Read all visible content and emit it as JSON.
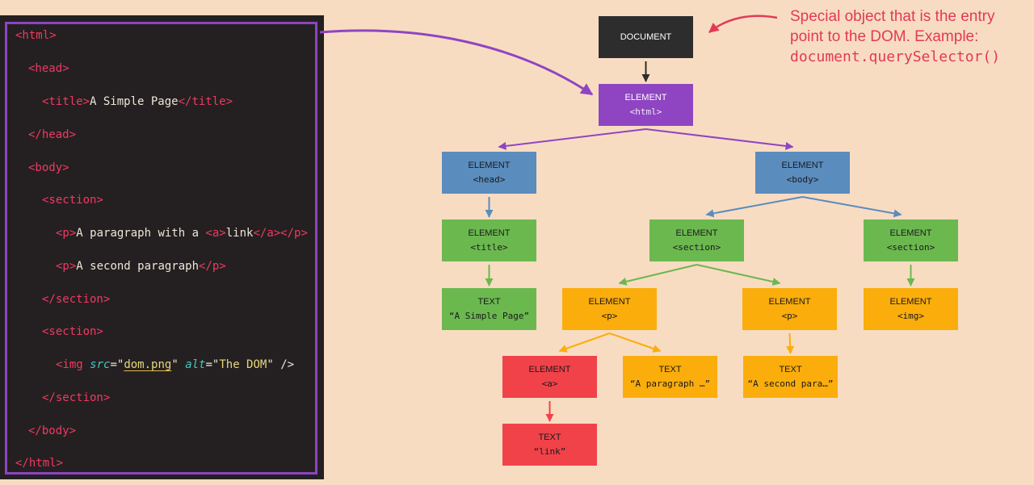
{
  "colors": {
    "background": "#f8dcc2",
    "code_bg": "#242021",
    "purple": "#8f45c2",
    "blue": "#5a8cbe",
    "green": "#6bb84f",
    "orange": "#fbad0b",
    "red": "#f1424a",
    "note": "#e23a55"
  },
  "code": {
    "lines": [
      {
        "key": "l1",
        "parts": [
          {
            "c": "tg",
            "t": "<html>"
          }
        ]
      },
      {
        "key": "l2",
        "parts": [
          {
            "c": "tg",
            "t": "<head>"
          }
        ]
      },
      {
        "key": "l3",
        "parts": [
          {
            "c": "tg",
            "t": "<title>"
          },
          {
            "c": "tx",
            "t": "A Simple Page"
          },
          {
            "c": "tg",
            "t": "</title>"
          }
        ]
      },
      {
        "key": "l4",
        "parts": [
          {
            "c": "tg",
            "t": "</head>"
          }
        ]
      },
      {
        "key": "l5",
        "parts": [
          {
            "c": "tg",
            "t": "<body>"
          }
        ]
      },
      {
        "key": "l6",
        "parts": [
          {
            "c": "tg",
            "t": "<section>"
          }
        ]
      },
      {
        "key": "l7",
        "parts": [
          {
            "c": "tg",
            "t": "<p>"
          },
          {
            "c": "tx",
            "t": "A paragraph with a "
          },
          {
            "c": "tg",
            "t": "<a>"
          },
          {
            "c": "tx",
            "t": "link"
          },
          {
            "c": "tg",
            "t": "</a></p>"
          }
        ]
      },
      {
        "key": "l8",
        "parts": [
          {
            "c": "tg",
            "t": "<p>"
          },
          {
            "c": "tx",
            "t": "A second paragraph"
          },
          {
            "c": "tg",
            "t": "</p>"
          }
        ]
      },
      {
        "key": "l9",
        "parts": [
          {
            "c": "tg",
            "t": "</section>"
          }
        ]
      },
      {
        "key": "l10",
        "parts": [
          {
            "c": "tg",
            "t": "<section>"
          }
        ]
      },
      {
        "key": "l11",
        "parts": [
          {
            "c": "tg",
            "t": "<img "
          },
          {
            "c": "at",
            "t": "src"
          },
          {
            "c": "tx",
            "t": "=\""
          },
          {
            "c": "st un",
            "t": "dom.png"
          },
          {
            "c": "tx",
            "t": "\" "
          },
          {
            "c": "at",
            "t": "alt"
          },
          {
            "c": "tx",
            "t": "=\""
          },
          {
            "c": "st",
            "t": "The DOM"
          },
          {
            "c": "tx",
            "t": "\" />"
          }
        ]
      },
      {
        "key": "l12",
        "parts": [
          {
            "c": "tg",
            "t": "</section>"
          }
        ]
      },
      {
        "key": "l13",
        "parts": [
          {
            "c": "tg",
            "t": "</body>"
          }
        ]
      },
      {
        "key": "l14",
        "parts": [
          {
            "c": "tg",
            "t": "</html>"
          }
        ]
      }
    ]
  },
  "nodes": [
    {
      "key": "document",
      "kind": "DOCUMENT",
      "tag": "",
      "color": "doc"
    },
    {
      "key": "html",
      "kind": "ELEMENT",
      "tag": "<html>",
      "color": "html"
    },
    {
      "key": "head",
      "kind": "ELEMENT",
      "tag": "<head>",
      "color": "blue"
    },
    {
      "key": "body",
      "kind": "ELEMENT",
      "tag": "<body>",
      "color": "blue"
    },
    {
      "key": "title",
      "kind": "ELEMENT",
      "tag": "<title>",
      "color": "green"
    },
    {
      "key": "section1",
      "kind": "ELEMENT",
      "tag": "<section>",
      "color": "green"
    },
    {
      "key": "section2",
      "kind": "ELEMENT",
      "tag": "<section>",
      "color": "green"
    },
    {
      "key": "text-title",
      "kind": "TEXT",
      "tag": "“A Simple Page”",
      "color": "green"
    },
    {
      "key": "p1",
      "kind": "ELEMENT",
      "tag": "<p>",
      "color": "orange"
    },
    {
      "key": "p2",
      "kind": "ELEMENT",
      "tag": "<p>",
      "color": "orange"
    },
    {
      "key": "img",
      "kind": "ELEMENT",
      "tag": "<img>",
      "color": "orange"
    },
    {
      "key": "a",
      "kind": "ELEMENT",
      "tag": "<a>",
      "color": "red"
    },
    {
      "key": "text-p1",
      "kind": "TEXT",
      "tag": "“A paragraph …”",
      "color": "orange"
    },
    {
      "key": "text-p2",
      "kind": "TEXT",
      "tag": "“A second para…”",
      "color": "orange"
    },
    {
      "key": "text-link",
      "kind": "TEXT",
      "tag": "“link”",
      "color": "red"
    }
  ],
  "edges": [
    {
      "from": "document",
      "to": "html",
      "color": "doc"
    },
    {
      "from": "html",
      "to": "head",
      "color": "html"
    },
    {
      "from": "html",
      "to": "body",
      "color": "html"
    },
    {
      "from": "head",
      "to": "title",
      "color": "blue"
    },
    {
      "from": "body",
      "to": "section1",
      "color": "blue"
    },
    {
      "from": "body",
      "to": "section2",
      "color": "blue"
    },
    {
      "from": "title",
      "to": "text-title",
      "color": "green"
    },
    {
      "from": "section1",
      "to": "p1",
      "color": "green"
    },
    {
      "from": "section1",
      "to": "p2",
      "color": "green"
    },
    {
      "from": "section2",
      "to": "img",
      "color": "green"
    },
    {
      "from": "p1",
      "to": "a",
      "color": "orange"
    },
    {
      "from": "p1",
      "to": "text-p1",
      "color": "orange"
    },
    {
      "from": "p2",
      "to": "text-p2",
      "color": "orange"
    },
    {
      "from": "a",
      "to": "text-link",
      "color": "red"
    }
  ],
  "annotation": {
    "line1": "Special object that is the entry",
    "line2": "point to the DOM. Example:",
    "code": "document.querySelector()"
  }
}
